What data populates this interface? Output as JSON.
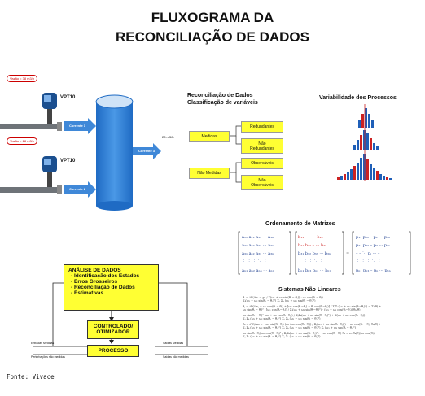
{
  "title": {
    "line1": "FLUXOGRAMA DA",
    "line2": "RECONCILIAÇÃO DE DADOS"
  },
  "process": {
    "vazao1": "Vazão = 38 m3/h",
    "vazao2": "Vazão = 28 m3/h",
    "vpt1": "VPT10",
    "vpt2": "VPT10",
    "corrente1": "Corrente 1",
    "corrente2": "Corrente 2",
    "corrente3": "Corrente 3",
    "outflow": "28 m3/h"
  },
  "classification": {
    "title_line1": "Reconciliação de Dados",
    "title_line2": "Classificação de variáveis",
    "medidas": "Medidas",
    "redundantes": "Redundantes",
    "nao_redundantes_1": "Não",
    "nao_redundantes_2": "Redundantes",
    "nao_medidas": "Não Medidas",
    "observaveis": "Observáveis",
    "nao_observaveis_1": "Não",
    "nao_observaveis_2": "Observáveis"
  },
  "variability": {
    "title": "Variabilidade dos Processos"
  },
  "matrices": {
    "title": "Ordenamento de Matrizes"
  },
  "nonlinear": {
    "title": "Sistemas Não Lineares"
  },
  "analysis": {
    "title": "ANÁLISE DE DADOS",
    "items": [
      "Identificação dos Estados",
      "Erros Grosseiros",
      "Reconciliação de Dados",
      "Estimativas"
    ],
    "controller_line1": "CONTROLADO/",
    "controller_line2": "OTIMIZADOR",
    "process": "PROCESSO",
    "in_top": "Entradas Medidas",
    "in_bottom": "Perturbações não medidas",
    "out_top": "Saídas Medidas",
    "out_bottom": "Saídas não medidas"
  },
  "footer": "Fonte: Vivace",
  "colors": {
    "yellow": "#ffff33",
    "arrow_blue": "#3f88d8",
    "tank_blue": "#2f7fd6",
    "bar_blue": "#1f5fb8",
    "bar_red": "#cc2222"
  }
}
